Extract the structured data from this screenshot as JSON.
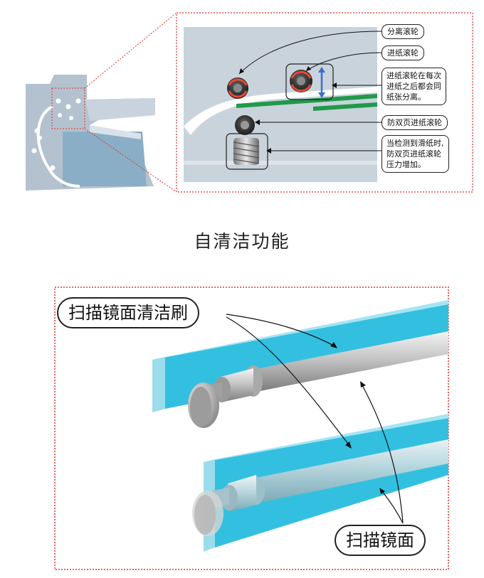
{
  "top_diagram": {
    "labels": {
      "separation_roller": "分离滚轮",
      "feed_roller": "进纸滚轮",
      "feed_note": "进纸滚轮在每次\n进纸之后都会同\n纸张分离。",
      "double_feed_prevention_roller": "防双页进纸滚轮",
      "pressure_note": "当检测到滑纸时,\n防双页进纸滚轮\n压力增加。"
    }
  },
  "section_title": "自清洁功能",
  "bottom_diagram": {
    "labels": {
      "brush": "扫描镜面清洁刷",
      "mirror": "扫描镜面"
    }
  },
  "colors": {
    "frame_border": "#e0322b",
    "roller_red": "#e84a36",
    "green_paper": "#1f9a4a",
    "panel_gray": "#c9d3dc",
    "cyan_bar": "#33c0e0",
    "arrow_blue": "#3a6fd0"
  }
}
